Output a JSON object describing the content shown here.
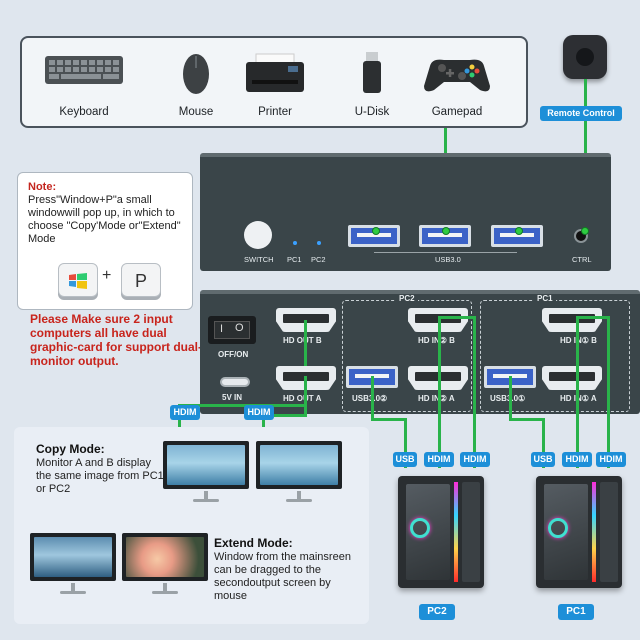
{
  "peripherals": {
    "items": [
      {
        "label": "Keyboard",
        "icon": "keyboard-icon"
      },
      {
        "label": "Mouse",
        "icon": "mouse-icon"
      },
      {
        "label": "Printer",
        "icon": "printer-icon"
      },
      {
        "label": "U-Disk",
        "icon": "usb-drive-icon"
      },
      {
        "label": "Gamepad",
        "icon": "gamepad-icon"
      }
    ]
  },
  "remote": {
    "label": "Remote Control"
  },
  "front": {
    "switch": "SWITCH",
    "pc1": "PC1",
    "pc2": "PC2",
    "usb": "USB3.0",
    "ctrl": "CTRL"
  },
  "note": {
    "title": "Note:",
    "body": "Press\"Window+P\"a small windowwill pop up, in which to choose \"Copy'Mode or\"Extend\" Mode",
    "plus": "+",
    "pkey": "P"
  },
  "warning": "Please Make sure 2 input computers all have dual graphic-card for support dual-monitor output.",
  "back": {
    "offon": "OFF/ON",
    "fivev": "5V IN",
    "hd_out_b": "HD OUT B",
    "hd_out_a": "HD OUT A",
    "pc2": "PC2",
    "pc1": "PC1",
    "pc2_in_b": "HD IN② B",
    "pc2_in_a": "HD IN② A",
    "pc2_usb": "USB3.0②",
    "pc1_in_b": "HD IN① B",
    "pc1_in_a": "HD IN① A",
    "pc1_usb": "USB3.0①"
  },
  "cables": {
    "hdim": "HDIM",
    "usb": "USB"
  },
  "modes": {
    "copy_title": "Copy Mode:",
    "copy_body": "Monitor A and B display the same image from PC1 or PC2",
    "extend_title": "Extend Mode:",
    "extend_body": "Window from the mainsreen can be dragged to the secondoutput screen by mouse"
  },
  "pcs": {
    "left": "PC2",
    "right": "PC1"
  },
  "colors": {
    "accent": "#1d8fd8",
    "warning": "#c8241c",
    "wire": "#29b34a",
    "panel": "#3a4549"
  }
}
